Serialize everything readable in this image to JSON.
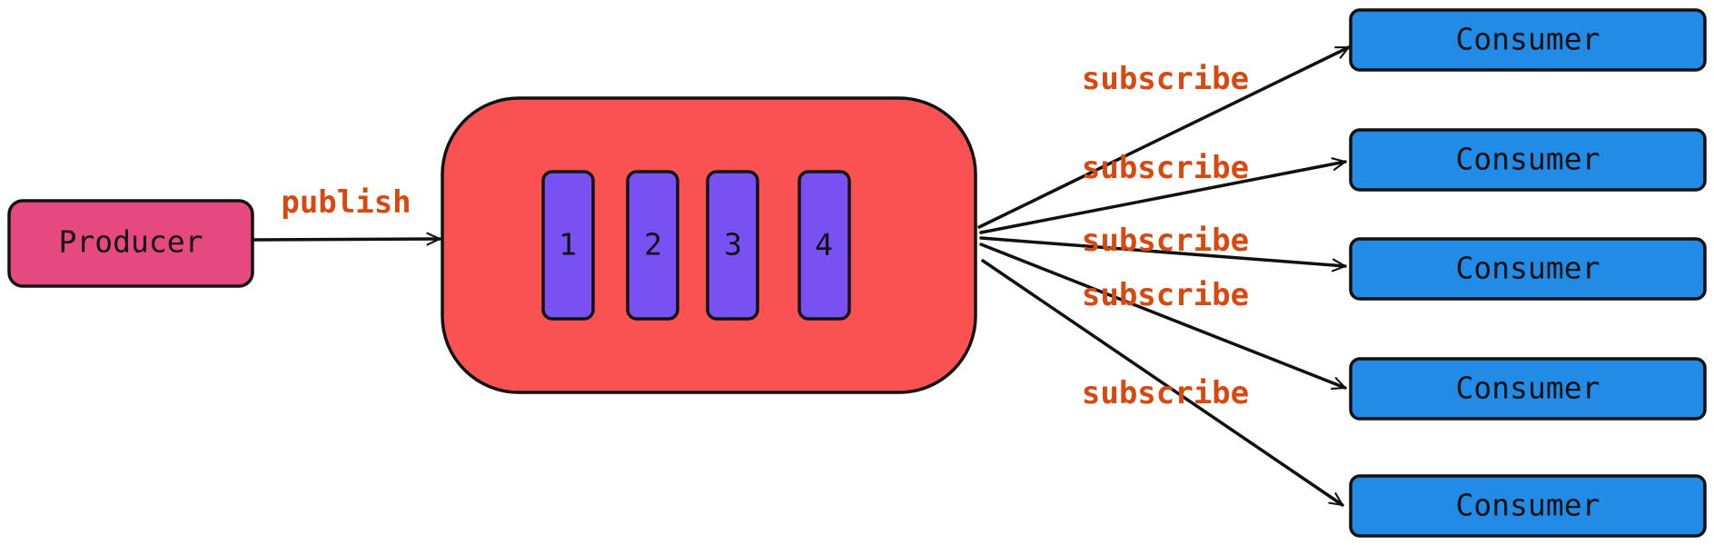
{
  "producer": {
    "label": "Producer"
  },
  "publish_label": "publish",
  "queue": {
    "partitions": [
      {
        "label": "1"
      },
      {
        "label": "2"
      },
      {
        "label": "3"
      },
      {
        "label": "4"
      }
    ]
  },
  "subscribe_labels": [
    "subscribe",
    "subscribe",
    "subscribe",
    "subscribe",
    "subscribe"
  ],
  "consumers": [
    {
      "label": "Consumer"
    },
    {
      "label": "Consumer"
    },
    {
      "label": "Consumer"
    },
    {
      "label": "Consumer"
    },
    {
      "label": "Consumer"
    }
  ],
  "colors": {
    "producer_fill": "#e64980",
    "queue_fill": "#fa5252",
    "partition_fill": "#7950f2",
    "consumer_fill": "#228be6",
    "label_text": "#d9480f",
    "stroke": "#111111"
  }
}
